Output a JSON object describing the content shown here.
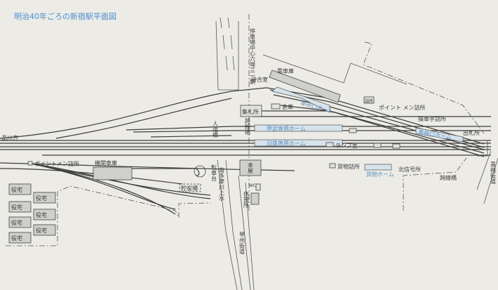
{
  "title": "明治40年ごろの新宿駅平面図",
  "labels": {
    "center_marker": "停車場中心六哩三一鎖",
    "waiting_room": "待合室",
    "train_shed": "電車庫",
    "warehouse": "倉庫",
    "ticket_collection": "集札所",
    "koshu_platform": "甲州口ホーム",
    "office_small": "詰所",
    "pointmen_upper": "ポイント メン詰所",
    "shunting_office": "操車手詰所",
    "kobu_platform": "甲武専用ホーム",
    "nittetsu_platform": "日鉄専用ホーム",
    "lamp_room": "ランプ室",
    "ome_platform": "青梅口ホーム",
    "ticket_office": "出札所",
    "overpass_center": "跨線橋",
    "footbridge": "人道橋",
    "main_building": "本屋",
    "freight_office": "貨物詰所",
    "freight_platform": "貨物ホーム",
    "north_signal": "北信号所",
    "overpass_right": "跨線橋",
    "ome_kaido": "青梅街道",
    "shinagawa": "品川方",
    "pointmen_lower": "ポイントメン詰所",
    "engine_shed": "機関車庫",
    "turntable": "転車台",
    "coal_yard": "貯炭場",
    "aqueduct": "南多摩川上水",
    "wc": "WC",
    "rest_house": "休憩所",
    "koshu_kaido": "甲州街道"
  },
  "residences": [
    "役宅",
    "役宅",
    "役宅",
    "役宅",
    "役宅",
    "役宅",
    "役宅"
  ]
}
